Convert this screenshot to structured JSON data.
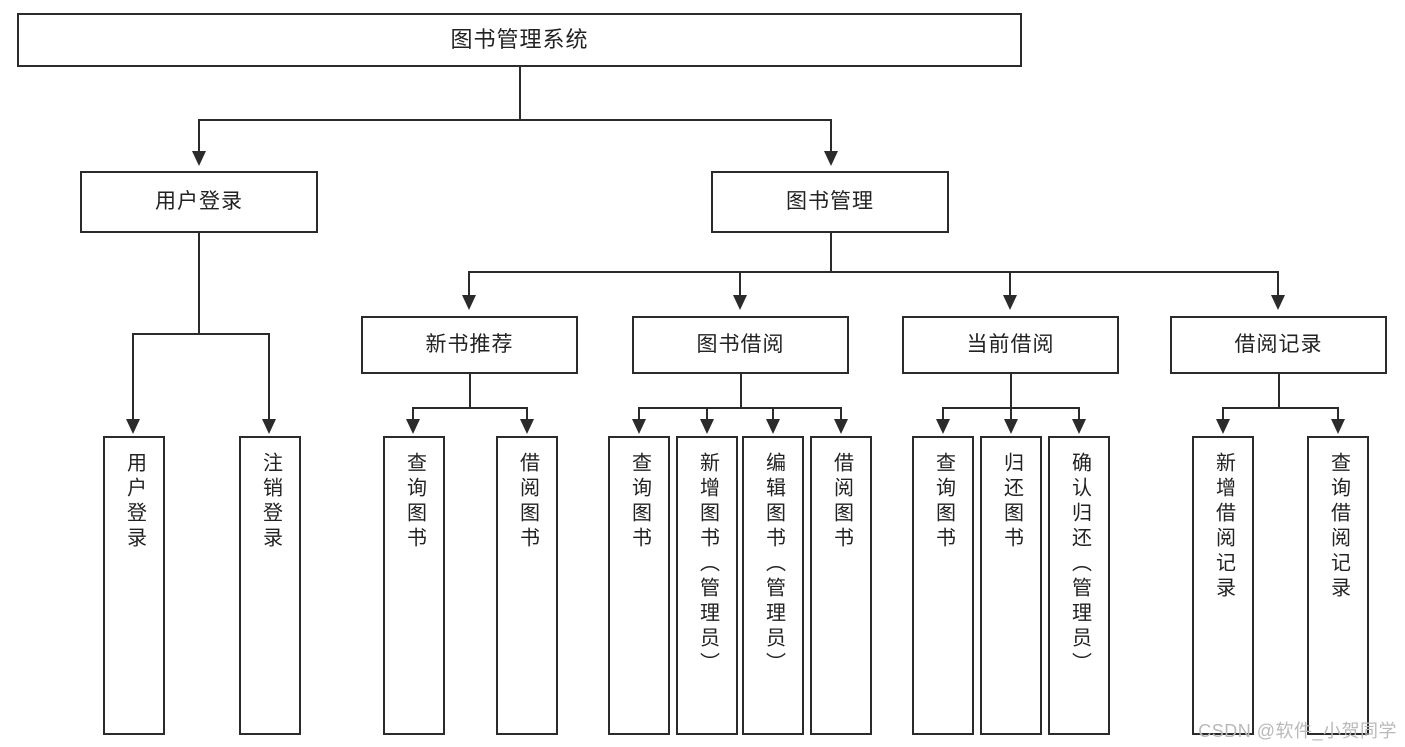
{
  "diagram": {
    "title_text": "图书管理系统",
    "type": "tree-hierarchy-chart",
    "root": {
      "label": "图书管理系统"
    },
    "level2": [
      {
        "label": "用户登录"
      },
      {
        "label": "图书管理"
      }
    ],
    "level3": [
      {
        "label": "新书推荐"
      },
      {
        "label": "图书借阅"
      },
      {
        "label": "当前借阅"
      },
      {
        "label": "借阅记录"
      }
    ],
    "leaves": {
      "user_login": [
        {
          "label": "用户登录"
        },
        {
          "label": "注销登录"
        }
      ],
      "new_book_recommend": [
        {
          "label": "查询图书"
        },
        {
          "label": "借阅图书"
        }
      ],
      "book_borrow": [
        {
          "label": "查询图书"
        },
        {
          "label": "新增图书（管理员）"
        },
        {
          "label": "编辑图书（管理员）"
        },
        {
          "label": "借阅图书"
        }
      ],
      "current_borrow": [
        {
          "label": "查询图书"
        },
        {
          "label": "归还图书"
        },
        {
          "label": "确认归还（管理员）"
        }
      ],
      "borrow_record": [
        {
          "label": "新增借阅记录"
        },
        {
          "label": "查询借阅记录"
        }
      ]
    }
  },
  "watermark": {
    "text": "CSDN @软件_小贺同学"
  },
  "colors": {
    "stroke": "#2b2b2b",
    "text": "#222222",
    "background": "#ffffff",
    "watermark": "#b9b9b9"
  }
}
